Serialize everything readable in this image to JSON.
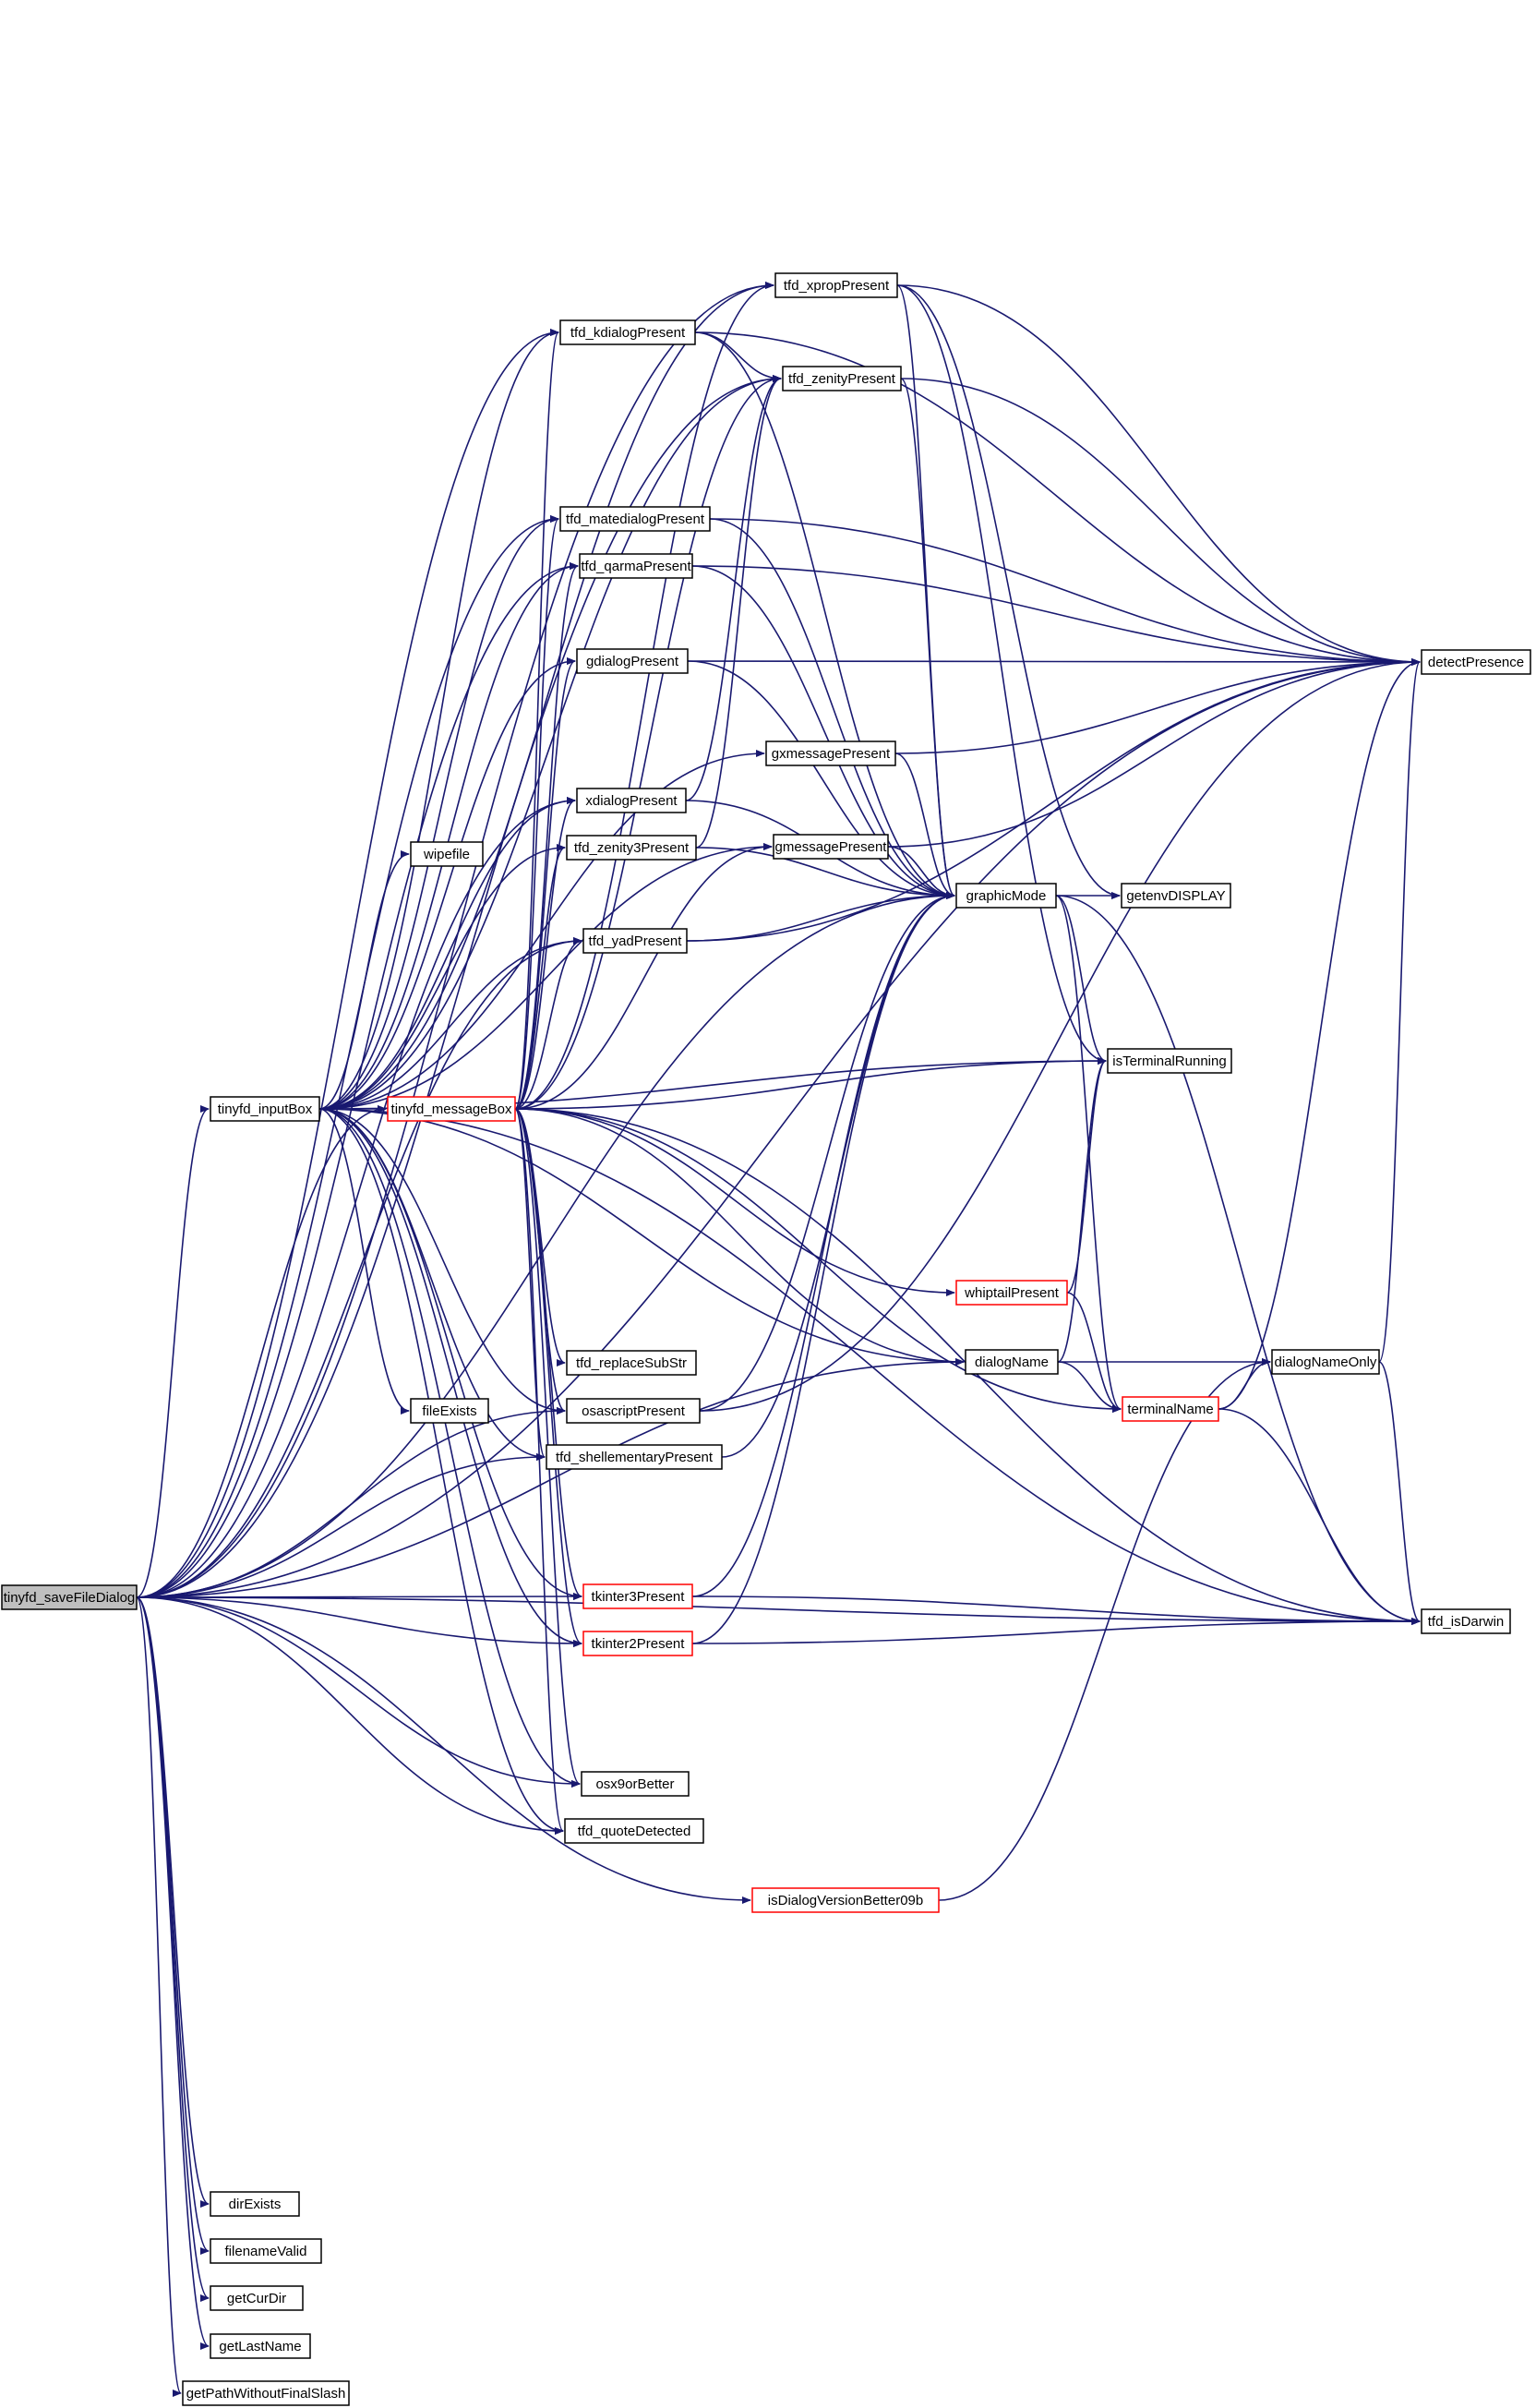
{
  "nodes": {
    "tinyfd_saveFileDialog": {
      "label": "tinyfd_saveFileDialog",
      "root": true
    },
    "tinyfd_inputBox": {
      "label": "tinyfd_inputBox"
    },
    "tinyfd_messageBox": {
      "label": "tinyfd_messageBox",
      "truncated": true
    },
    "wipefile": {
      "label": "wipefile"
    },
    "fileExists": {
      "label": "fileExists"
    },
    "dirExists": {
      "label": "dirExists"
    },
    "filenameValid": {
      "label": "filenameValid"
    },
    "getCurDir": {
      "label": "getCurDir"
    },
    "getLastName": {
      "label": "getLastName"
    },
    "getPathWithoutFinalSlash": {
      "label": "getPathWithoutFinalSlash"
    },
    "tfd_xpropPresent": {
      "label": "tfd_xpropPresent"
    },
    "tfd_kdialogPresent": {
      "label": "tfd_kdialogPresent"
    },
    "tfd_zenityPresent": {
      "label": "tfd_zenityPresent"
    },
    "tfd_matedialogPresent": {
      "label": "tfd_matedialogPresent"
    },
    "tfd_qarmaPresent": {
      "label": "tfd_qarmaPresent"
    },
    "gdialogPresent": {
      "label": "gdialogPresent"
    },
    "xdialogPresent": {
      "label": "xdialogPresent"
    },
    "tfd_zenity3Present": {
      "label": "tfd_zenity3Present"
    },
    "tfd_yadPresent": {
      "label": "tfd_yadPresent"
    },
    "gxmessagePresent": {
      "label": "gxmessagePresent"
    },
    "gmessagePresent": {
      "label": "gmessagePresent"
    },
    "tfd_replaceSubStr": {
      "label": "tfd_replaceSubStr"
    },
    "osascriptPresent": {
      "label": "osascriptPresent"
    },
    "tfd_shellementaryPresent": {
      "label": "tfd_shellementaryPresent"
    },
    "tkinter3Present": {
      "label": "tkinter3Present",
      "truncated": true
    },
    "tkinter2Present": {
      "label": "tkinter2Present",
      "truncated": true
    },
    "osx9orBetter": {
      "label": "osx9orBetter"
    },
    "tfd_quoteDetected": {
      "label": "tfd_quoteDetected"
    },
    "isDialogVersionBetter09b": {
      "label": "isDialogVersionBetter09b",
      "truncated": true
    },
    "graphicMode": {
      "label": "graphicMode"
    },
    "getenvDISPLAY": {
      "label": "getenvDISPLAY"
    },
    "isTerminalRunning": {
      "label": "isTerminalRunning"
    },
    "whiptailPresent": {
      "label": "whiptailPresent",
      "truncated": true
    },
    "dialogName": {
      "label": "dialogName"
    },
    "terminalName": {
      "label": "terminalName",
      "truncated": true
    },
    "dialogNameOnly": {
      "label": "dialogNameOnly"
    },
    "detectPresence": {
      "label": "detectPresence"
    },
    "tfd_isDarwin": {
      "label": "tfd_isDarwin"
    }
  },
  "edges": [
    [
      "tinyfd_saveFileDialog",
      "tinyfd_inputBox"
    ],
    [
      "tinyfd_saveFileDialog",
      "tinyfd_messageBox"
    ],
    [
      "tinyfd_saveFileDialog",
      "tfd_xpropPresent"
    ],
    [
      "tinyfd_saveFileDialog",
      "tfd_kdialogPresent"
    ],
    [
      "tinyfd_saveFileDialog",
      "tfd_zenityPresent"
    ],
    [
      "tinyfd_saveFileDialog",
      "tfd_matedialogPresent"
    ],
    [
      "tinyfd_saveFileDialog",
      "tfd_qarmaPresent"
    ],
    [
      "tinyfd_saveFileDialog",
      "xdialogPresent"
    ],
    [
      "tinyfd_saveFileDialog",
      "tfd_yadPresent"
    ],
    [
      "tinyfd_saveFileDialog",
      "detectPresence"
    ],
    [
      "tinyfd_saveFileDialog",
      "osascriptPresent"
    ],
    [
      "tinyfd_saveFileDialog",
      "tfd_shellementaryPresent"
    ],
    [
      "tinyfd_saveFileDialog",
      "tkinter3Present"
    ],
    [
      "tinyfd_saveFileDialog",
      "tkinter2Present"
    ],
    [
      "tinyfd_saveFileDialog",
      "osx9orBetter"
    ],
    [
      "tinyfd_saveFileDialog",
      "tfd_quoteDetected"
    ],
    [
      "tinyfd_saveFileDialog",
      "isDialogVersionBetter09b"
    ],
    [
      "tinyfd_saveFileDialog",
      "dialogName"
    ],
    [
      "tinyfd_saveFileDialog",
      "graphicMode"
    ],
    [
      "tinyfd_saveFileDialog",
      "tfd_isDarwin"
    ],
    [
      "tinyfd_saveFileDialog",
      "dirExists"
    ],
    [
      "tinyfd_saveFileDialog",
      "filenameValid"
    ],
    [
      "tinyfd_saveFileDialog",
      "getCurDir"
    ],
    [
      "tinyfd_saveFileDialog",
      "getLastName"
    ],
    [
      "tinyfd_saveFileDialog",
      "getPathWithoutFinalSlash"
    ],
    [
      "tinyfd_inputBox",
      "tinyfd_messageBox"
    ],
    [
      "tinyfd_inputBox",
      "wipefile"
    ],
    [
      "tinyfd_inputBox",
      "fileExists"
    ],
    [
      "tinyfd_inputBox",
      "tfd_xpropPresent"
    ],
    [
      "tinyfd_inputBox",
      "tfd_kdialogPresent"
    ],
    [
      "tinyfd_inputBox",
      "tfd_zenityPresent"
    ],
    [
      "tinyfd_inputBox",
      "tfd_matedialogPresent"
    ],
    [
      "tinyfd_inputBox",
      "tfd_qarmaPresent"
    ],
    [
      "tinyfd_inputBox",
      "gdialogPresent"
    ],
    [
      "tinyfd_inputBox",
      "xdialogPresent"
    ],
    [
      "tinyfd_inputBox",
      "tfd_zenity3Present"
    ],
    [
      "tinyfd_inputBox",
      "tfd_yadPresent"
    ],
    [
      "tinyfd_inputBox",
      "gxmessagePresent"
    ],
    [
      "tinyfd_inputBox",
      "gmessagePresent"
    ],
    [
      "tinyfd_inputBox",
      "isTerminalRunning"
    ],
    [
      "tinyfd_inputBox",
      "osascriptPresent"
    ],
    [
      "tinyfd_inputBox",
      "tfd_shellementaryPresent"
    ],
    [
      "tinyfd_inputBox",
      "tkinter3Present"
    ],
    [
      "tinyfd_inputBox",
      "tkinter2Present"
    ],
    [
      "tinyfd_inputBox",
      "osx9orBetter"
    ],
    [
      "tinyfd_inputBox",
      "tfd_quoteDetected"
    ],
    [
      "tinyfd_inputBox",
      "dialogName"
    ],
    [
      "tinyfd_inputBox",
      "tfd_isDarwin"
    ],
    [
      "tinyfd_messageBox",
      "tfd_kdialogPresent"
    ],
    [
      "tinyfd_messageBox",
      "tfd_zenityPresent"
    ],
    [
      "tinyfd_messageBox",
      "tfd_xpropPresent"
    ],
    [
      "tinyfd_messageBox",
      "tfd_matedialogPresent"
    ],
    [
      "tinyfd_messageBox",
      "tfd_qarmaPresent"
    ],
    [
      "tinyfd_messageBox",
      "gdialogPresent"
    ],
    [
      "tinyfd_messageBox",
      "xdialogPresent"
    ],
    [
      "tinyfd_messageBox",
      "tfd_zenity3Present"
    ],
    [
      "tinyfd_messageBox",
      "tfd_yadPresent"
    ],
    [
      "tinyfd_messageBox",
      "gmessagePresent"
    ],
    [
      "tinyfd_messageBox",
      "isTerminalRunning"
    ],
    [
      "tinyfd_messageBox",
      "whiptailPresent"
    ],
    [
      "tinyfd_messageBox",
      "dialogName"
    ],
    [
      "tinyfd_messageBox",
      "terminalName"
    ],
    [
      "tinyfd_messageBox",
      "tfd_replaceSubStr"
    ],
    [
      "tinyfd_messageBox",
      "osascriptPresent"
    ],
    [
      "tinyfd_messageBox",
      "tfd_shellementaryPresent"
    ],
    [
      "tinyfd_messageBox",
      "tkinter3Present"
    ],
    [
      "tinyfd_messageBox",
      "tkinter2Present"
    ],
    [
      "tinyfd_messageBox",
      "osx9orBetter"
    ],
    [
      "tinyfd_messageBox",
      "tfd_quoteDetected"
    ],
    [
      "tinyfd_messageBox",
      "tfd_isDarwin"
    ],
    [
      "tfd_xpropPresent",
      "graphicMode"
    ],
    [
      "tfd_xpropPresent",
      "detectPresence"
    ],
    [
      "tfd_xpropPresent",
      "getenvDISPLAY"
    ],
    [
      "tfd_xpropPresent",
      "isTerminalRunning"
    ],
    [
      "tfd_kdialogPresent",
      "tfd_zenityPresent"
    ],
    [
      "tfd_kdialogPresent",
      "graphicMode"
    ],
    [
      "tfd_kdialogPresent",
      "detectPresence"
    ],
    [
      "tfd_zenityPresent",
      "graphicMode"
    ],
    [
      "tfd_zenityPresent",
      "detectPresence"
    ],
    [
      "tfd_matedialogPresent",
      "graphicMode"
    ],
    [
      "tfd_matedialogPresent",
      "detectPresence"
    ],
    [
      "tfd_qarmaPresent",
      "graphicMode"
    ],
    [
      "tfd_qarmaPresent",
      "detectPresence"
    ],
    [
      "gdialogPresent",
      "graphicMode"
    ],
    [
      "gdialogPresent",
      "detectPresence"
    ],
    [
      "xdialogPresent",
      "graphicMode"
    ],
    [
      "xdialogPresent",
      "tfd_zenityPresent"
    ],
    [
      "tfd_zenity3Present",
      "graphicMode"
    ],
    [
      "tfd_zenity3Present",
      "tfd_zenityPresent"
    ],
    [
      "tfd_yadPresent",
      "graphicMode"
    ],
    [
      "tfd_yadPresent",
      "detectPresence"
    ],
    [
      "gxmessagePresent",
      "graphicMode"
    ],
    [
      "gxmessagePresent",
      "detectPresence"
    ],
    [
      "gmessagePresent",
      "graphicMode"
    ],
    [
      "gmessagePresent",
      "detectPresence"
    ],
    [
      "osascriptPresent",
      "graphicMode"
    ],
    [
      "osascriptPresent",
      "detectPresence"
    ],
    [
      "tfd_shellementaryPresent",
      "graphicMode"
    ],
    [
      "tkinter3Present",
      "graphicMode"
    ],
    [
      "tkinter3Present",
      "tfd_isDarwin"
    ],
    [
      "tkinter2Present",
      "graphicMode"
    ],
    [
      "tkinter2Present",
      "tfd_isDarwin"
    ],
    [
      "graphicMode",
      "getenvDISPLAY"
    ],
    [
      "graphicMode",
      "isTerminalRunning"
    ],
    [
      "graphicMode",
      "terminalName"
    ],
    [
      "graphicMode",
      "tfd_isDarwin"
    ],
    [
      "whiptailPresent",
      "isTerminalRunning"
    ],
    [
      "whiptailPresent",
      "terminalName"
    ],
    [
      "dialogName",
      "isTerminalRunning"
    ],
    [
      "dialogName",
      "terminalName"
    ],
    [
      "dialogName",
      "dialogNameOnly"
    ],
    [
      "terminalName",
      "dialogNameOnly"
    ],
    [
      "terminalName",
      "tfd_isDarwin"
    ],
    [
      "terminalName",
      "detectPresence"
    ],
    [
      "dialogNameOnly",
      "tfd_isDarwin"
    ],
    [
      "dialogNameOnly",
      "detectPresence"
    ],
    [
      "isDialogVersionBetter09b",
      "dialogNameOnly"
    ]
  ]
}
